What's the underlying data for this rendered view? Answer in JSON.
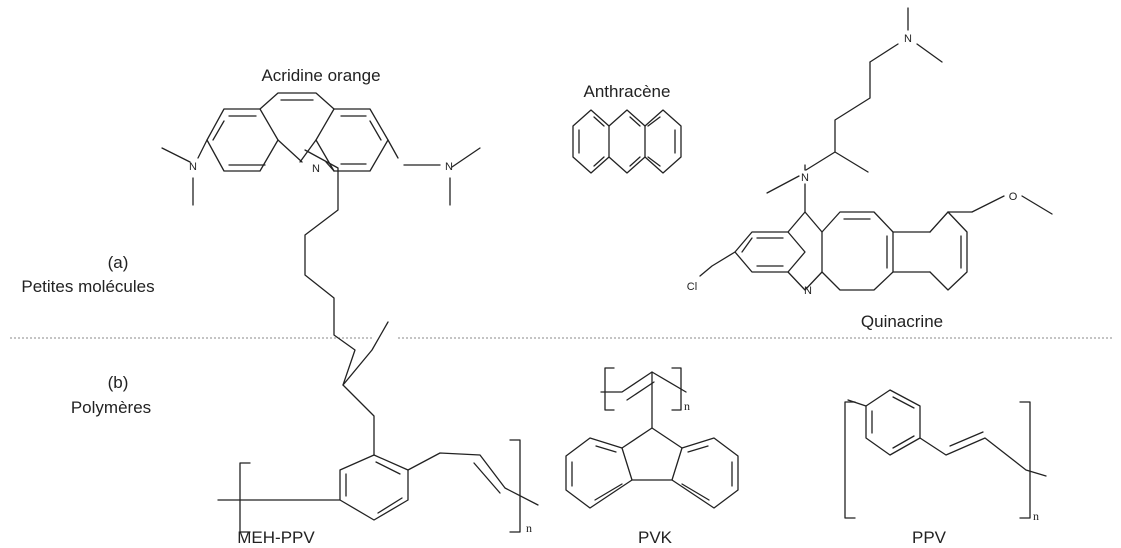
{
  "section_a": {
    "letter": "(a)",
    "label": "Petites molécules"
  },
  "section_b": {
    "letter": "(b)",
    "label": "Polymères"
  },
  "molecules": {
    "acridine_orange": {
      "name": "Acridine orange",
      "ring_atom": "N",
      "amine_left": "N",
      "amine_right": "N"
    },
    "anthracene": {
      "name": "Anthracène"
    },
    "quinacrine": {
      "name": "Quinacrine",
      "ring_atom": "N",
      "chain_amine": "N",
      "top_amine": "N",
      "methoxy": "O",
      "chloro": "Cl"
    }
  },
  "polymers": {
    "meh_ppv": {
      "name": "MEH-PPV",
      "subscript": "n"
    },
    "pvk": {
      "name": "PVK",
      "subscript": "n"
    },
    "ppv": {
      "name": "PPV",
      "subscript": "n"
    }
  }
}
